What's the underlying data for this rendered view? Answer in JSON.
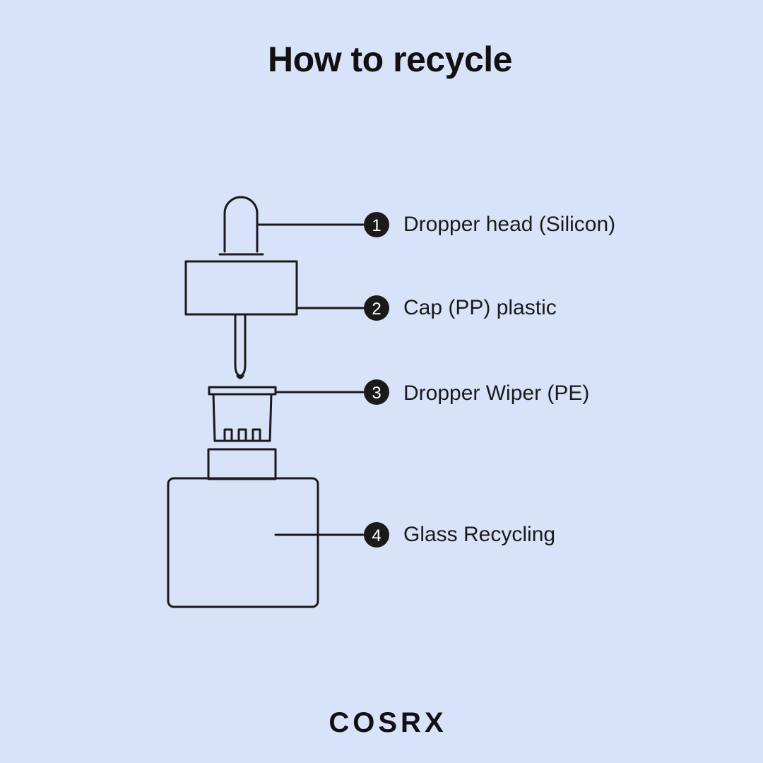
{
  "colors": {
    "background": "#d8e3fa",
    "ink": "#1a1a1a",
    "badge_text": "#ffffff"
  },
  "title": "How to recycle",
  "brand": "COSRX",
  "parts": [
    {
      "number": "1",
      "label": "Dropper head (Silicon)"
    },
    {
      "number": "2",
      "label": "Cap (PP) plastic"
    },
    {
      "number": "3",
      "label": "Dropper Wiper (PE)"
    },
    {
      "number": "4",
      "label": "Glass Recycling"
    }
  ]
}
